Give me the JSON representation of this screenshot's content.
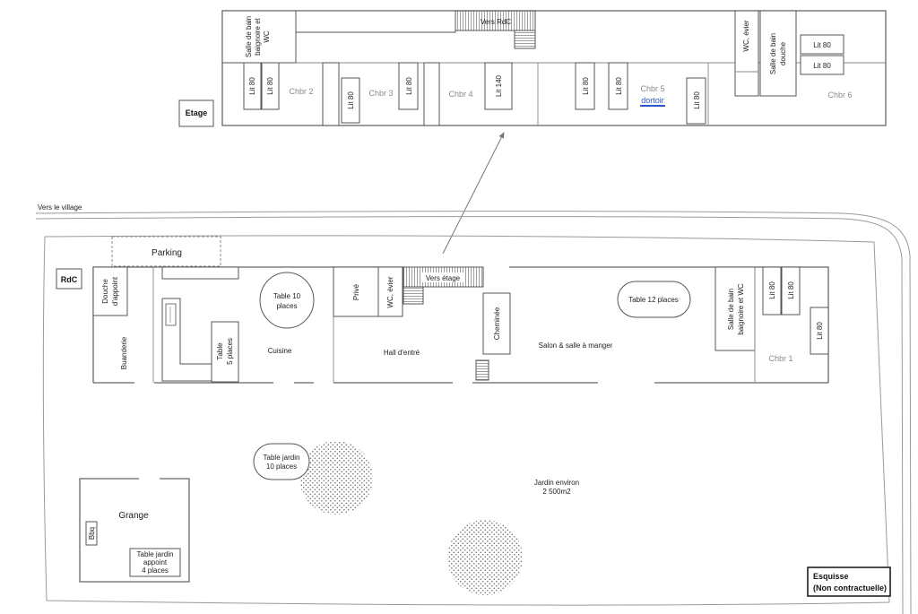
{
  "labels": {
    "etage": "Etage",
    "rdc": "RdC",
    "vers_village": "Vers le village",
    "vers_rdc": "Vers RdC",
    "vers_etage": "Vers étage",
    "esquisse_1": "Esquisse",
    "esquisse_2": "(Non contractuelle)",
    "parking": "Parking",
    "douche_1": "Douche",
    "douche_2": "d'appoint",
    "buanderie": "Buanderie",
    "table5_1": "Table",
    "table5_2": "5 places",
    "cuisine": "Cuisine",
    "table10_1": "Table 10",
    "table10_2": "places",
    "prive": "Privé",
    "wc_evier": "WC, évier",
    "hall": "Hall d'entré",
    "cheminee": "Cheminée",
    "salon": "Salon & salle à manger",
    "table12": "Table 12 places",
    "sdb_wc_1": "Salle de bain",
    "sdb_wc_2": "baignoire et WC",
    "lit80": "Lit 80",
    "lit140": "Lit 140",
    "chbr1": "Chbr 1",
    "chbr2": "Chbr 2",
    "chbr3": "Chbr 3",
    "chbr4": "Chbr 4",
    "chbr5": "Chbr 5",
    "dortoir": "dortoir",
    "chbr6": "Chbr 6",
    "sdb_up_1": "Salle de bain",
    "sdb_up_2": "baignoire et",
    "sdb_up_3": "WC",
    "sdb_douche_1": "Salle de bain",
    "sdb_douche_2": "douche",
    "grange": "Grange",
    "bbq": "Bbq",
    "tj_appoint_1": "Table jardin",
    "tj_appoint_2": "appoint",
    "tj_appoint_3": "4 places",
    "tj10_1": "Table jardin",
    "tj10_2": "10 places",
    "jardin_1": "Jardin environ",
    "jardin_2": "2 500m2"
  }
}
